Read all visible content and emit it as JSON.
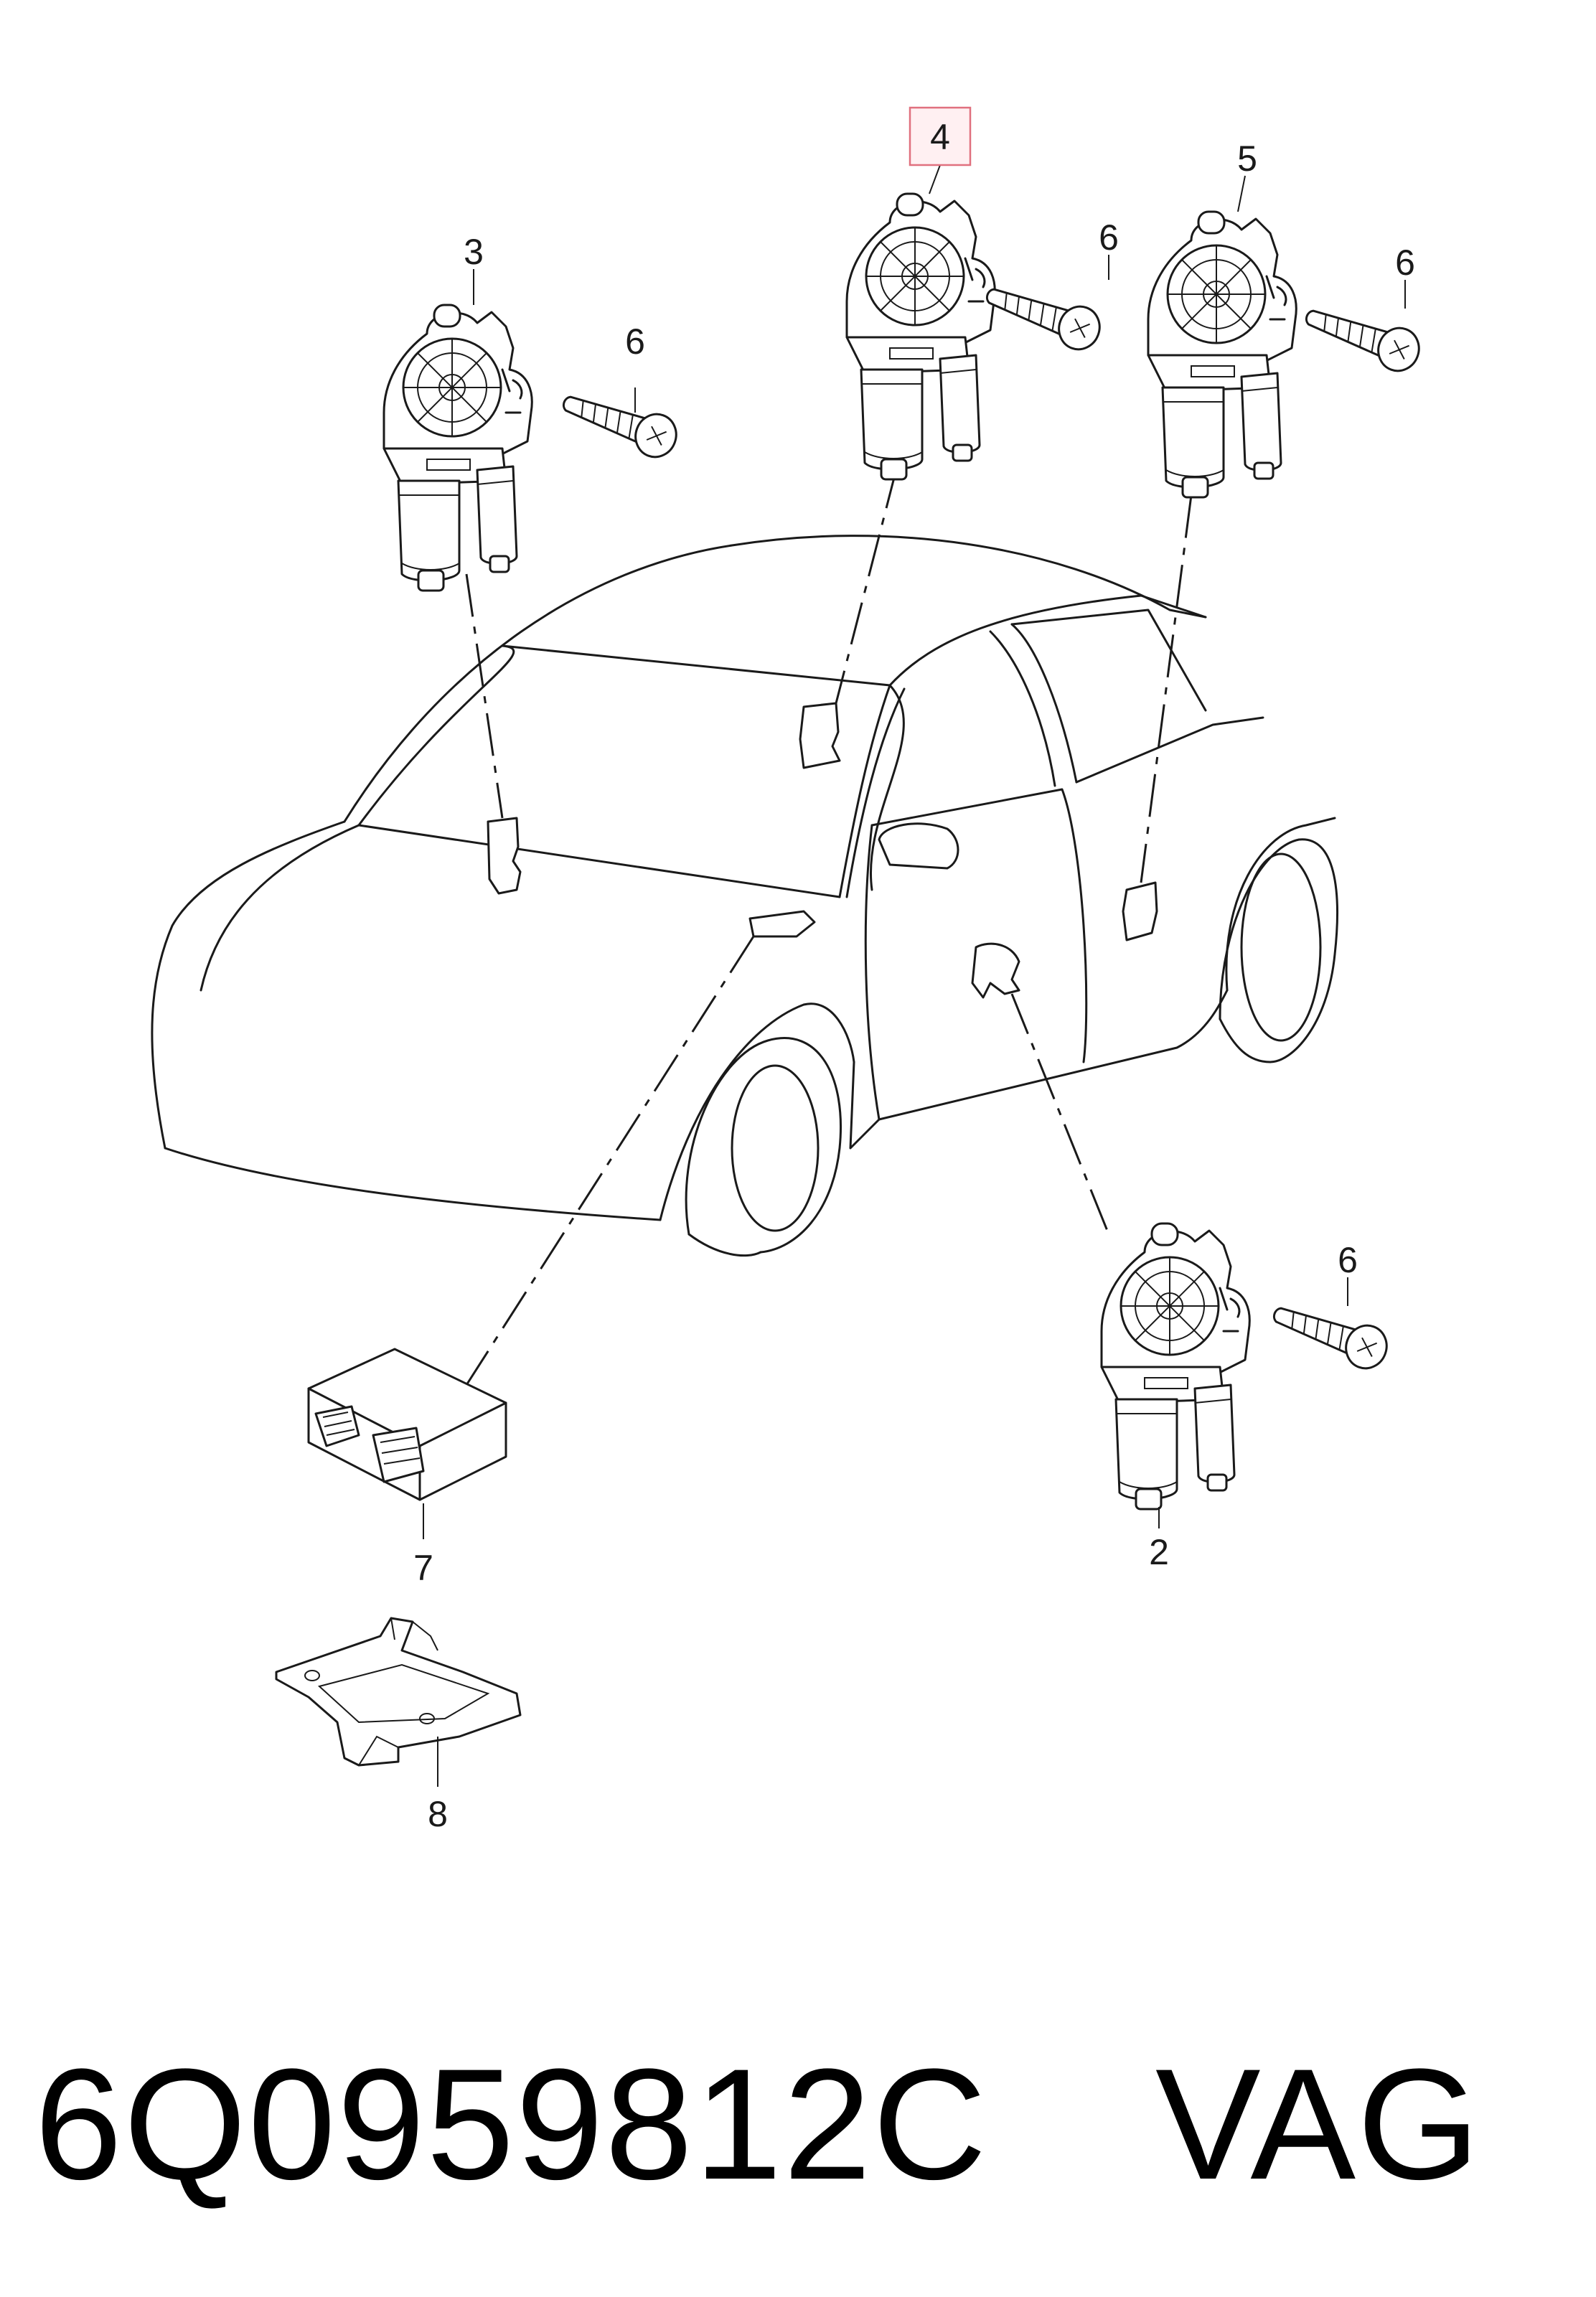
{
  "diagram": {
    "callouts": [
      {
        "id": "c4",
        "label": "4",
        "highlighted": true
      },
      {
        "id": "c3",
        "label": "3"
      },
      {
        "id": "c5",
        "label": "5"
      },
      {
        "id": "c6a",
        "label": "6"
      },
      {
        "id": "c6b",
        "label": "6"
      },
      {
        "id": "c6c",
        "label": "6"
      },
      {
        "id": "c6d",
        "label": "6"
      },
      {
        "id": "c2",
        "label": "2"
      },
      {
        "id": "c7",
        "label": "7"
      },
      {
        "id": "c8",
        "label": "8"
      }
    ],
    "highlight_color": "#e0707e"
  },
  "caption": {
    "part_number": "6Q0959812C",
    "brand": "VAG"
  }
}
